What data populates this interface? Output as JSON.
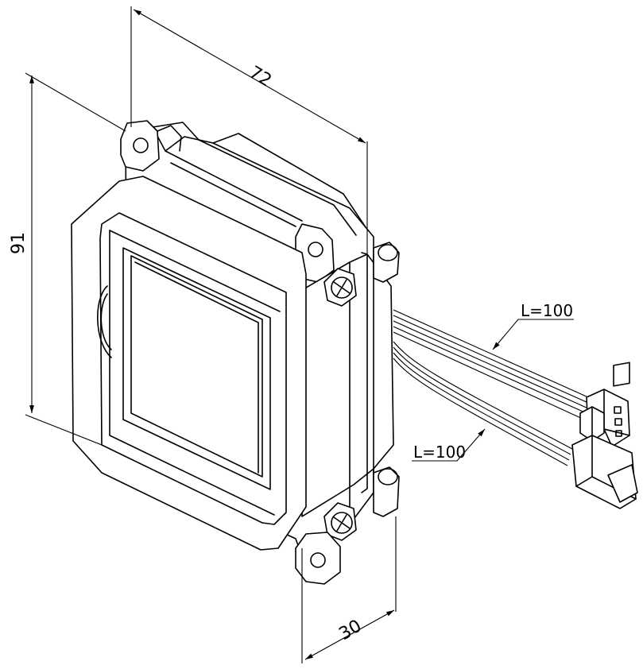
{
  "dimensions": {
    "width_label": "72",
    "height_label": "91",
    "depth_label": "30"
  },
  "cables": {
    "upper_length_label": "L=100",
    "lower_length_label": "L=100"
  }
}
